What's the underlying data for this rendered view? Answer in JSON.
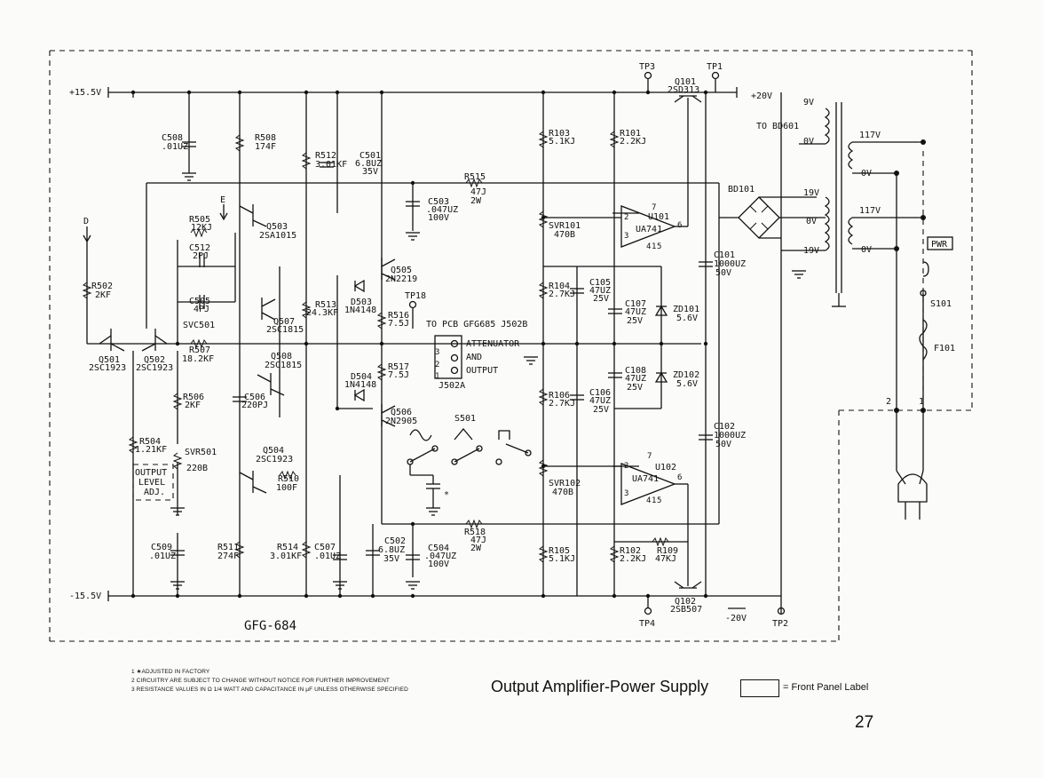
{
  "model": "GFG-684",
  "title": "Output Amplifier-Power Supply",
  "legend_label": "= Front Panel Label",
  "page_number": "27",
  "notes": [
    "1 ★ADJUSTED IN FACTORY",
    "2 CIRCUITRY ARE SUBJECT TO CHANGE WITHOUT NOTICE FOR FURTHER IMPROVEMENT",
    "3 RESISTANCE VALUES IN Ω 1/4 WATT AND CAPACITANCE IN μF UNLESS OTHERWISE SPECIFIED"
  ],
  "rails": {
    "pos": "+15.5V",
    "neg": "-15.5V",
    "pos20": "+20V",
    "neg20": "-20V"
  },
  "test_points": {
    "tp1": "TP1",
    "tp2": "TP2",
    "tp3": "TP3",
    "tp4": "TP4",
    "tp18": "TP18"
  },
  "inputs": {
    "d": "D",
    "e": "E"
  },
  "connector": {
    "title": "TO PCB GFG685 J502B",
    "line1": "ATTENUATOR",
    "line2": "AND",
    "line3": "OUTPUT",
    "ref": "J502A",
    "pins": [
      "1",
      "2",
      "3"
    ]
  },
  "switch": "S501",
  "star": "*",
  "output_level": {
    "l1": "OUTPUT",
    "l2": "LEVEL",
    "l3": "ADJ."
  },
  "transformer": {
    "to": "TO BD601",
    "v9": "9V",
    "v0a": "0V",
    "v19a": "19V",
    "v0b": "0V",
    "v19b": "19V",
    "v117a": "117V",
    "v0c": "0V",
    "v117b": "117V",
    "v0d": "0V",
    "pwr": "PWR",
    "s101": "S101",
    "f101": "F101",
    "bd101": "BD101",
    "plug1": "1",
    "plug2": "2"
  },
  "components": {
    "c508": [
      "C508",
      ".01UZ"
    ],
    "r508": [
      "R508",
      "174F"
    ],
    "r512": [
      "R512",
      "3.01KF"
    ],
    "c501": [
      "C501",
      "6.8UZ",
      "35V"
    ],
    "r515": [
      "R515",
      "47J",
      "2W"
    ],
    "c503": [
      "C503",
      ".047UZ",
      "100V"
    ],
    "r505": [
      "R505",
      "12KJ"
    ],
    "c512": [
      "C512",
      "2PJ"
    ],
    "q503": [
      "Q503",
      "2SA1015"
    ],
    "q505": [
      "Q505",
      "2N2219"
    ],
    "r502": [
      "R502",
      "2KF"
    ],
    "c505": [
      "C505",
      "4PJ"
    ],
    "svc501": [
      "SVC501"
    ],
    "r513": [
      "R513",
      "24.3KF"
    ],
    "d503": [
      "D503",
      "1N4148"
    ],
    "r516": [
      "R516",
      "7.5J"
    ],
    "q507": [
      "Q507",
      "2SC1815"
    ],
    "q501": [
      "Q501",
      "2SC1923"
    ],
    "q502": [
      "Q502",
      "2SC1923"
    ],
    "r507": [
      "R507",
      "18.2KF"
    ],
    "q508": [
      "Q508",
      "2SC1815"
    ],
    "d504": [
      "D504",
      "1N4148"
    ],
    "r517": [
      "R517",
      "7.5J"
    ],
    "r506": [
      "R506",
      "2KF"
    ],
    "c506": [
      "C506",
      "220PJ"
    ],
    "q506": [
      "Q506",
      "2N2905"
    ],
    "r504": [
      "R504",
      "1.21KF"
    ],
    "svr501": [
      "SVR501",
      "220B"
    ],
    "q504": [
      "Q504",
      "2SC1923"
    ],
    "r510": [
      "R510",
      "100F"
    ],
    "c509": [
      "C509",
      ".01UZ"
    ],
    "r511": [
      "R511",
      "274F"
    ],
    "r514": [
      "R514",
      "3.01KF"
    ],
    "c507": [
      "C507",
      ".01UZ"
    ],
    "c502": [
      "C502",
      "6.8UZ",
      "35V"
    ],
    "c504": [
      "C504",
      ".047UZ",
      "100V"
    ],
    "r518": [
      "R518",
      "47J",
      "2W"
    ],
    "q101": [
      "Q101",
      "2SD313"
    ],
    "r103": [
      "R103",
      "5.1KJ"
    ],
    "r101": [
      "R101",
      "2.2KJ"
    ],
    "u101": [
      "U101",
      "UA741"
    ],
    "svr101": [
      "SVR101",
      "470B"
    ],
    "r104": [
      "R104",
      "2.7KJ"
    ],
    "c105": [
      "C105",
      "47UZ",
      "25V"
    ],
    "c107": [
      "C107",
      "47UZ",
      "25V"
    ],
    "zd101": [
      "ZD101",
      "5.6V"
    ],
    "c101": [
      "C101",
      "1000UZ",
      "50V"
    ],
    "c108": [
      "C108",
      "47UZ",
      "25V"
    ],
    "zd102": [
      "ZD102",
      "5.6V"
    ],
    "r106": [
      "R106",
      "2.7KJ"
    ],
    "c106": [
      "C106",
      "47UZ",
      "25V"
    ],
    "c102": [
      "C102",
      "1000UZ",
      "50V"
    ],
    "u102": [
      "U102",
      "UA741"
    ],
    "svr102": [
      "SVR102",
      "470B"
    ],
    "r105": [
      "R105",
      "5.1KJ"
    ],
    "r102": [
      "R102",
      "2.2KJ"
    ],
    "r109": [
      "R109",
      "47KJ"
    ],
    "q102": [
      "Q102",
      "2SB507"
    ]
  },
  "opamp_pins": {
    "u101": [
      "2",
      "3",
      "7",
      "6",
      "4",
      "1",
      "5"
    ],
    "u102": [
      "2",
      "3",
      "7",
      "6",
      "4",
      "1",
      "5"
    ]
  }
}
